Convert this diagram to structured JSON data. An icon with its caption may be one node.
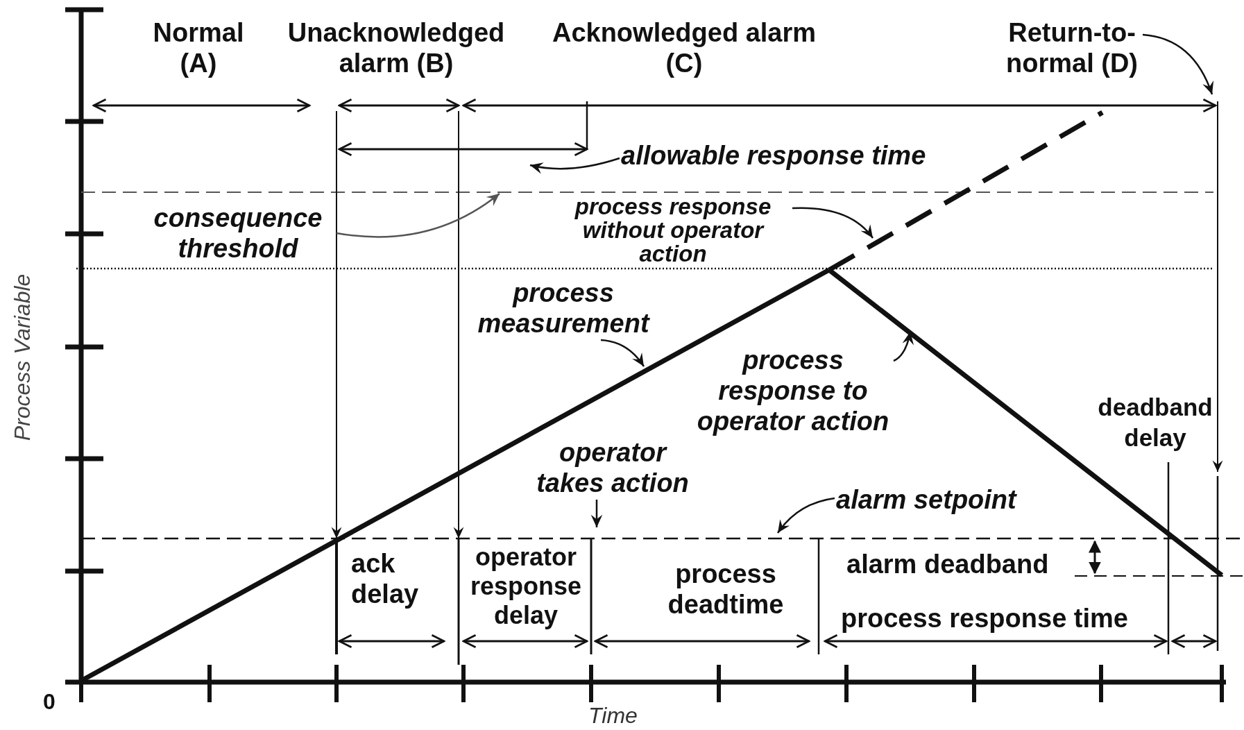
{
  "diagram": {
    "nodes": [
      {
        "text": [
          "Return-to- normal (D)"
        ]
      },
      {
        "text": [
          "allowable response time"
        ]
      },
      {
        "text": [
          "consequence threshold"
        ]
      },
      {
        "text": [
          "process response without operator action"
        ]
      },
      {
        "text": [
          "process measurement"
        ]
      },
      {
        "text": [
          "process response to operator action"
        ]
      },
      {
        "text": [
          "operator takes action"
        ]
      },
      {
        "text": [
          "alarm setpoint"
        ]
      }
    ],
    "edges": [
      {
        "from": 0,
        "to": null,
        "arrow": "to"
      },
      {
        "from": 1,
        "to": null,
        "arrow": "to"
      },
      {
        "from": 2,
        "to": null,
        "arrow": "to",
        "color": "#555555"
      },
      {
        "from": 3,
        "to": null,
        "arrow": "to"
      },
      {
        "from": 4,
        "to": null,
        "arrow": "to"
      },
      {
        "from": 5,
        "to": null,
        "arrow": "to"
      },
      {
        "from": 6,
        "to": null,
        "arrow": "to"
      },
      {
        "from": 7,
        "to": null,
        "arrow": "to"
      }
    ],
    "labels": [
      "Normal (A)",
      "Unacknowledged alarm (B)",
      "Acknowledged alarm (C)",
      "Process Variable",
      "deadband delay",
      "ack delay",
      "operator response delay",
      "process deadtime",
      "alarm deadband",
      "process response time",
      "0",
      "Time"
    ]
  }
}
